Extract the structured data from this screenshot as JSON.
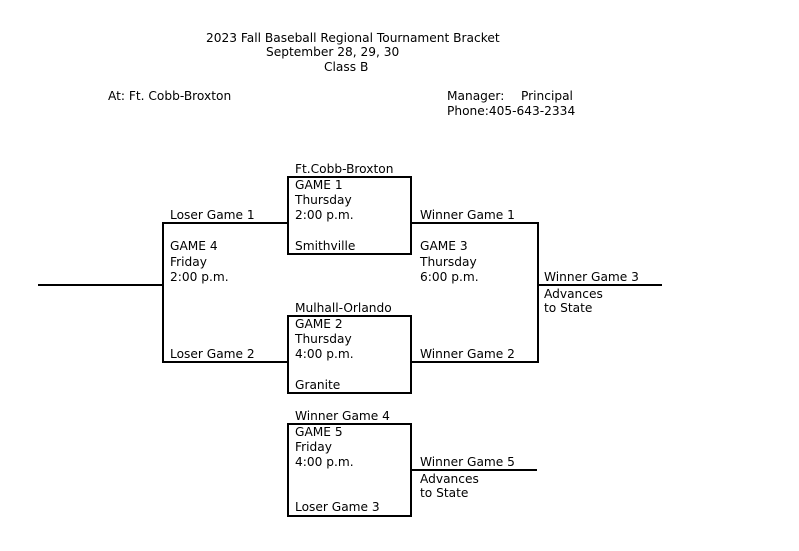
{
  "header": {
    "title": "2023 Fall Baseball Regional Tournament Bracket",
    "dates": "September 28, 29, 30",
    "class": "Class B",
    "location": "At: Ft. Cobb-Broxton",
    "manager_label": "Manager:",
    "manager_value": "Principal",
    "phone": "Phone:405-643-2334"
  },
  "games": {
    "game1": {
      "top_team": "Ft.Cobb-Broxton",
      "title": "GAME 1",
      "day": "Thursday",
      "time": "2:00 p.m.",
      "bottom_team": "Smithville"
    },
    "game2": {
      "top_team": "Mulhall-Orlando",
      "title": "GAME 2",
      "day": "Thursday",
      "time": "4:00 p.m.",
      "bottom_team": "Granite"
    },
    "game3": {
      "top_slot": "Winner Game 1",
      "title": "GAME 3",
      "day": "Thursday",
      "time": "6:00 p.m.",
      "bottom_slot": "Winner Game 2",
      "result": "Winner Game 3",
      "note_line1": "Advances",
      "note_line2": "to State"
    },
    "game4": {
      "top_slot": "Loser Game 1",
      "title": "GAME 4",
      "day": "Friday",
      "time": "2:00 p.m.",
      "bottom_slot": "Loser Game 2"
    },
    "game5": {
      "top_slot": "Winner Game 4",
      "title": "GAME 5",
      "day": "Friday",
      "time": "4:00 p.m.",
      "bottom_slot": "Loser Game 3",
      "result": "Winner Game 5",
      "note_line1": "Advances",
      "note_line2": "to State"
    }
  }
}
